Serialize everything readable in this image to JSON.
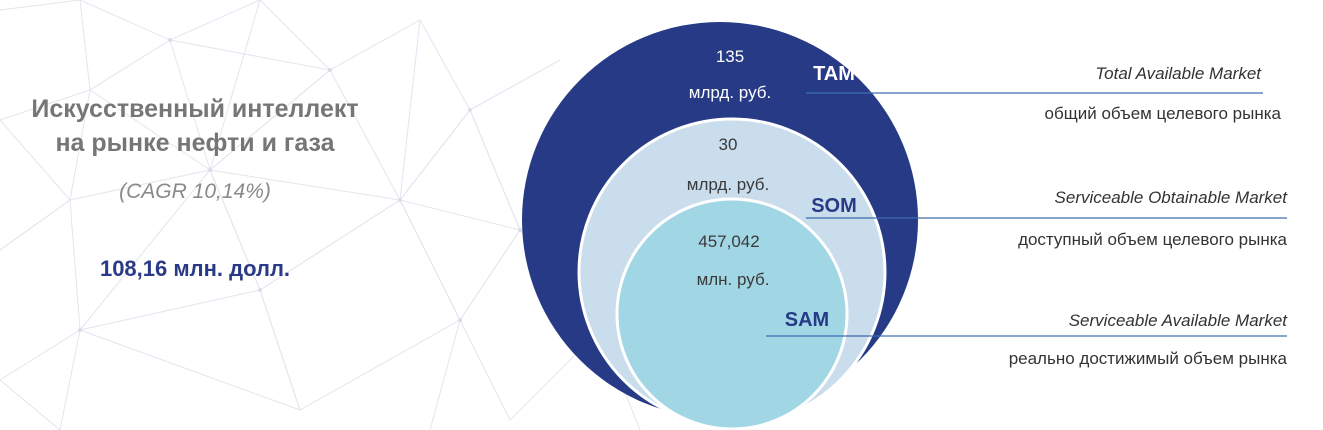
{
  "left": {
    "title_line1": "Искусственный интеллект",
    "title_line2": "на рынке нефти и газа",
    "cagr": "(CAGR 10,14%)",
    "amount": "108,16 млн. долл."
  },
  "markets": [
    {
      "abbr": "TAM",
      "value": "135",
      "unit": "млрд. руб.",
      "name_en": "Total Available Market",
      "desc_ru": "общий объем целевого рынка"
    },
    {
      "abbr": "SOM",
      "value": "30",
      "unit": "млрд. руб.",
      "name_en": "Serviceable Obtainable Market",
      "desc_ru": "доступный объем целевого рынка"
    },
    {
      "abbr": "SAM",
      "value": "457,042",
      "unit": "млн. руб.",
      "name_en": "Serviceable Available Market",
      "desc_ru": "реально достижимый объем рынка"
    }
  ],
  "colors": {
    "outer": "#263a86",
    "middle": "#c9ddec",
    "inner": "#a1d6e4",
    "accent_text": "#263a86",
    "line": "#3d6db0",
    "net": "#e3e3ef"
  }
}
